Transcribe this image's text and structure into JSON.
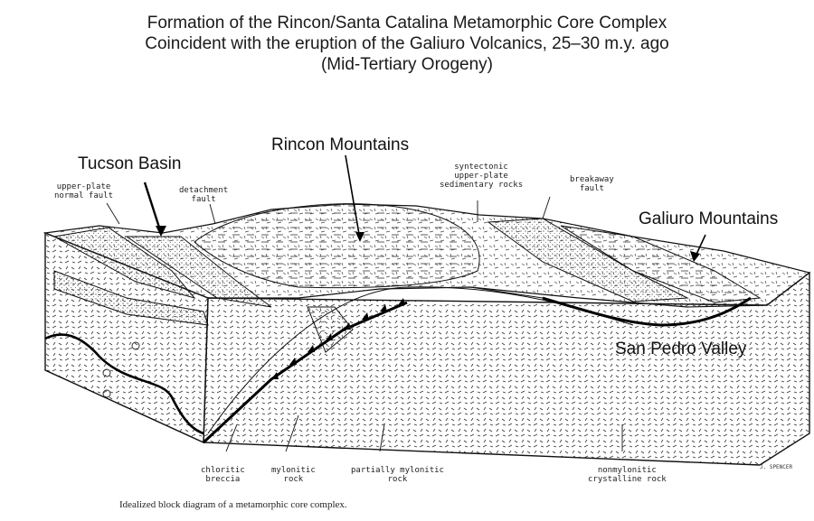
{
  "title": {
    "line1": "Formation of the Rincon/Santa Catalina Metamorphic Core Complex",
    "line2": "Coincident with the eruption of the Galiuro Volcanics, 25–30 m.y. ago",
    "line3": "(Mid-Tertiary Orogeny)"
  },
  "labels": {
    "tucson_basin": "Tucson Basin",
    "rincon_mountains": "Rincon Mountains",
    "galiuro_mountains": "Galiuro Mountains",
    "san_pedro_valley": "San Pedro Valley",
    "upper_plate_normal_fault": "upper-plate\nnormal fault",
    "detachment_fault": "detachment\nfault",
    "syntectonic_rocks": "syntectonic\nupper-plate\nsedimentary rocks",
    "breakaway_fault": "breakaway\nfault",
    "chloritic_breccia": "chloritic\nbreccia",
    "mylonitic_rock": "mylonitic\nrock",
    "partially_mylonitic_rock": "partially mylonitic\nrock",
    "nonmylonitic_rock": "nonmylonitic\ncrystalline rock"
  },
  "credit": "J. SPENCER",
  "caption": "Idealized block diagram of a metamorphic core complex."
}
